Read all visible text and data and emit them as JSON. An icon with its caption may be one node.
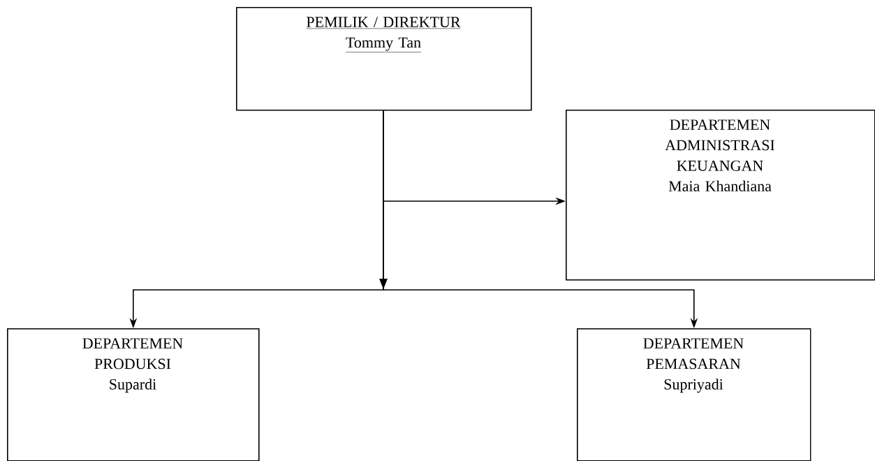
{
  "diagram": {
    "nodes": [
      {
        "text": [
          "PEMILIK / DIREKTUR",
          "Tommy Tan"
        ]
      },
      {
        "text": [
          "DEPARTEMEN ADMINISTRASI KEUANGAN",
          "Maia Khandiana"
        ]
      },
      {
        "text": [
          "DEPARTEMEN PRODUKSI",
          "Supardi"
        ]
      },
      {
        "text": [
          "DEPARTEMEN PEMASARAN",
          "Supriyadi"
        ]
      }
    ],
    "edges": [
      {
        "from": 0,
        "to": 1,
        "arrow": "to"
      },
      {
        "from": 0,
        "to": 2,
        "arrow": "to"
      },
      {
        "from": 0,
        "to": 3,
        "arrow": "to"
      }
    ]
  }
}
